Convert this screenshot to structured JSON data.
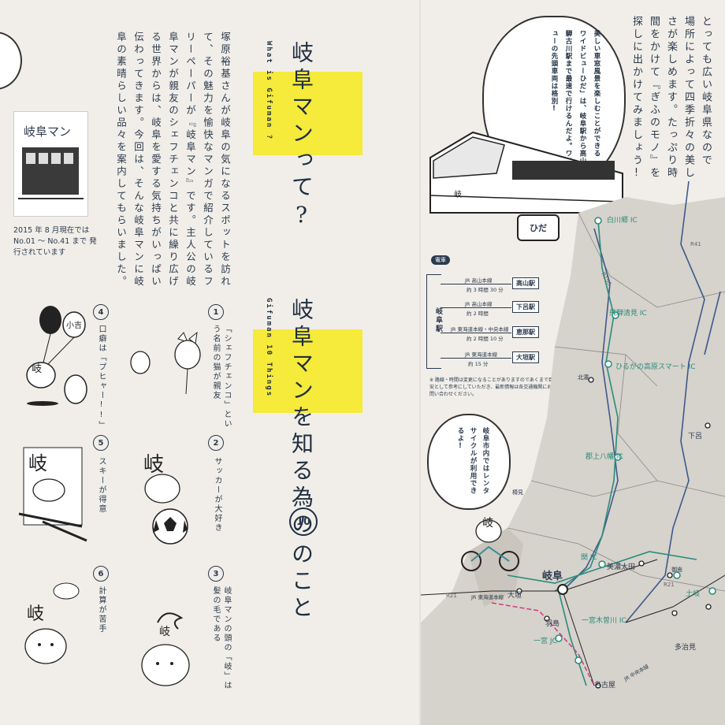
{
  "intro": {
    "col1": "塚原裕基さんが岐阜の気になるスポットを訪れ",
    "col2": "て、その魅力を愉快なマンガで紹介しているフ",
    "col3": "リーペーパーが『岐阜マン』です。主人公の岐",
    "col4": "阜マンが親友のシェフチェンコと共に繰り広げ",
    "col5": "る世界からは、岐阜を愛する気持ちがいっぱい",
    "col6": "伝わってきます。今回は、そんな岐阜マンに岐",
    "col7": "阜の素晴らしい品々を案内してもらいました。"
  },
  "title1": "岐阜マンって?",
  "subtitle1": "What is Gifuman ?",
  "title2a": "岐阜マンを知る為の",
  "title2_num": "10",
  "title2b": "のこと",
  "subtitle2": "Gifuman 10 Things",
  "cover_caption": "岐阜マン",
  "issue_note": "2015 年 8 月現在では No.01 ～ No.41 まで 発行されています",
  "items": [
    {
      "num": "1",
      "text": "「シェフチェンコ」という名前の猫が親友"
    },
    {
      "num": "2",
      "text": "サッカーが大好き"
    },
    {
      "num": "3",
      "text": "岐阜マンの頭の「岐」は髪の毛である"
    },
    {
      "num": "4",
      "text": "口癖は「プヒャー!!」"
    },
    {
      "num": "5",
      "text": "スキーが得意"
    },
    {
      "num": "6",
      "text": "計算が苦手"
    }
  ],
  "right_text": {
    "col1": "とっても広い岐阜県なので",
    "col2": "場所によって四季折々の美し",
    "col3": "さが楽しめます。たっぷり時",
    "col4": "間をかけて『ぎふのモノ』を",
    "col5": "探しに出かけてみましょう!"
  },
  "bubble_train": "美しい車窓風景を楽しむことができる「特急ワイドビューひだ」は、岐阜駅から高山・飛騨古川駅まで最速で行けるんだよ。ワイドビューの先頭車両は格別!",
  "bubble_bike": "岐阜市内ではレンタサイクルが利用できるよ!",
  "train_table": {
    "badge": "電車",
    "origin": "岐阜駅",
    "rows": [
      {
        "route": "JR 高山本線",
        "time": "約 3 時間 30 分",
        "dest": "高山駅"
      },
      {
        "route": "JR 高山本線",
        "time": "約 2 時間",
        "dest": "下呂駅"
      },
      {
        "route": "JR 東海道本線・中央本線",
        "time": "約 2 時間 10 分",
        "dest": "恵那駅"
      },
      {
        "route": "JR 東海道本線",
        "time": "約 15 分",
        "dest": "大垣駅"
      }
    ],
    "fine_print": "※ 路線・時間は変更になることがありますのであくまで目安として参考にしていただき、最新情報は各交通機関にお問い合わせください。"
  },
  "map": {
    "labels": [
      "白川郷 IC",
      "R156",
      "R41",
      "飛騨清見 IC",
      "ひるがの高原スマート IC",
      "北濃",
      "郡上八幡 IC",
      "下呂",
      "樽見",
      "美濃太田",
      "関 IC",
      "岐阜",
      "大垣",
      "R21",
      "JR 東海道本線",
      "羽島",
      "一宮木曽川 IC",
      "一宮 JC",
      "名古屋",
      "多治見",
      "土岐",
      "JR 中央本線",
      "御嵩",
      "R21"
    ]
  }
}
